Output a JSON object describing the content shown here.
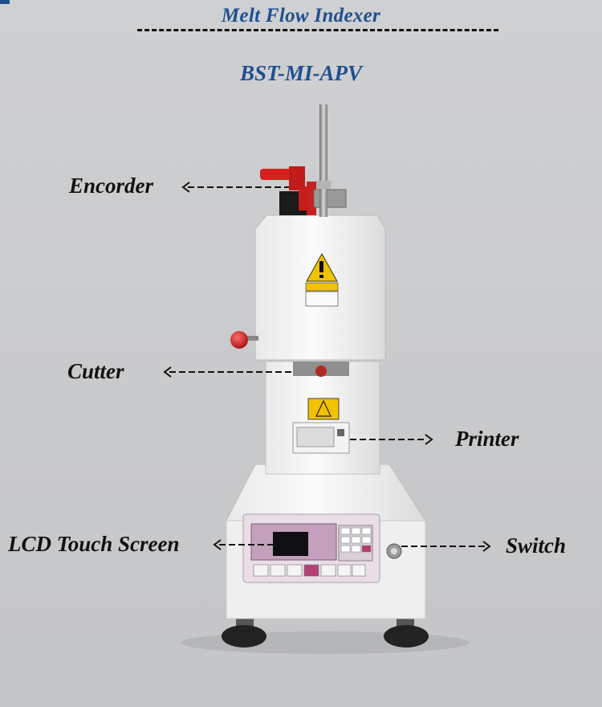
{
  "header": {
    "title": "Melt Flow Indexer",
    "model": "BST-MI-APV"
  },
  "callouts": {
    "encoder": "Encorder",
    "cutter": "Cutter",
    "printer": "Printer",
    "lcd": "LCD Touch Screen",
    "switch": "Switch"
  },
  "colors": {
    "title": "#1f4f8f",
    "background": "#cfd0d2",
    "label": "#111111"
  }
}
